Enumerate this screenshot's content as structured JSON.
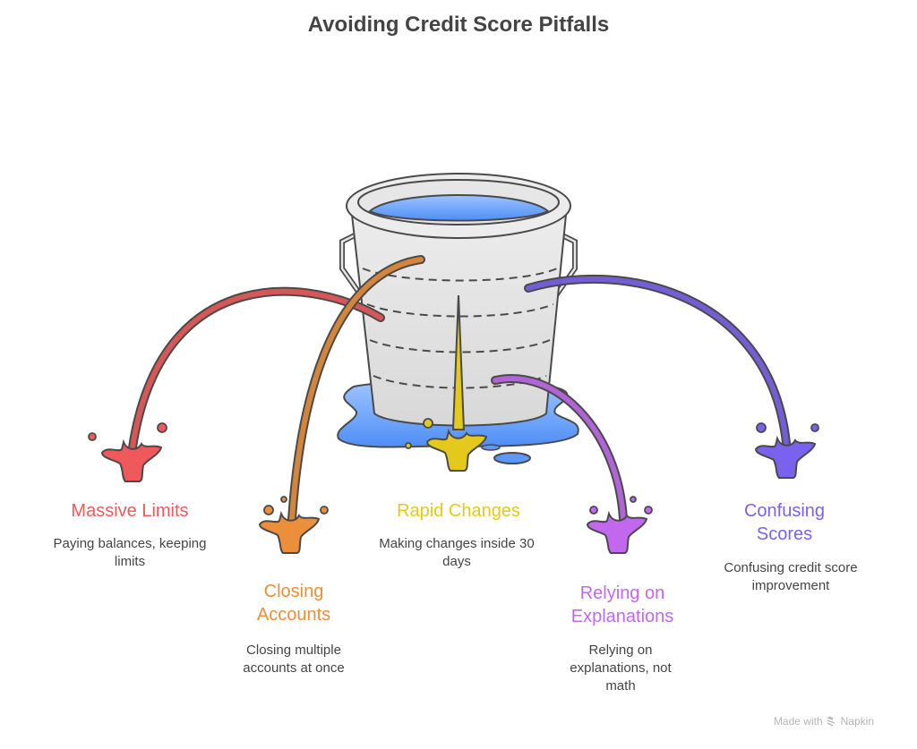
{
  "title": "Avoiding Credit Score Pitfalls",
  "colors": {
    "outline": "#4a4a4a",
    "bucket": "#e2e2e2",
    "water": "#6ea6ff",
    "text": "#444444"
  },
  "items": [
    {
      "id": "massive-limits",
      "label": "Massive Limits",
      "description": "Paying balances, keeping limits",
      "color": "#f0595b"
    },
    {
      "id": "closing-accounts",
      "label": "Closing Accounts",
      "description": "Closing multiple accounts at once",
      "color": "#ec8f3a"
    },
    {
      "id": "rapid-changes",
      "label": "Rapid Changes",
      "description": "Making changes inside 30 days",
      "color": "#e3c91c"
    },
    {
      "id": "relying-on-explanations",
      "label": "Relying on Explanations",
      "description": "Relying on explanations, not math",
      "color": "#c268ef"
    },
    {
      "id": "confusing-scores",
      "label": "Confusing Scores",
      "description": "Confusing credit score improvement",
      "color": "#7a62ef"
    }
  ],
  "footer": {
    "made_with": "Made with",
    "brand": "Napkin",
    "icon": "napkin-logo-icon"
  }
}
